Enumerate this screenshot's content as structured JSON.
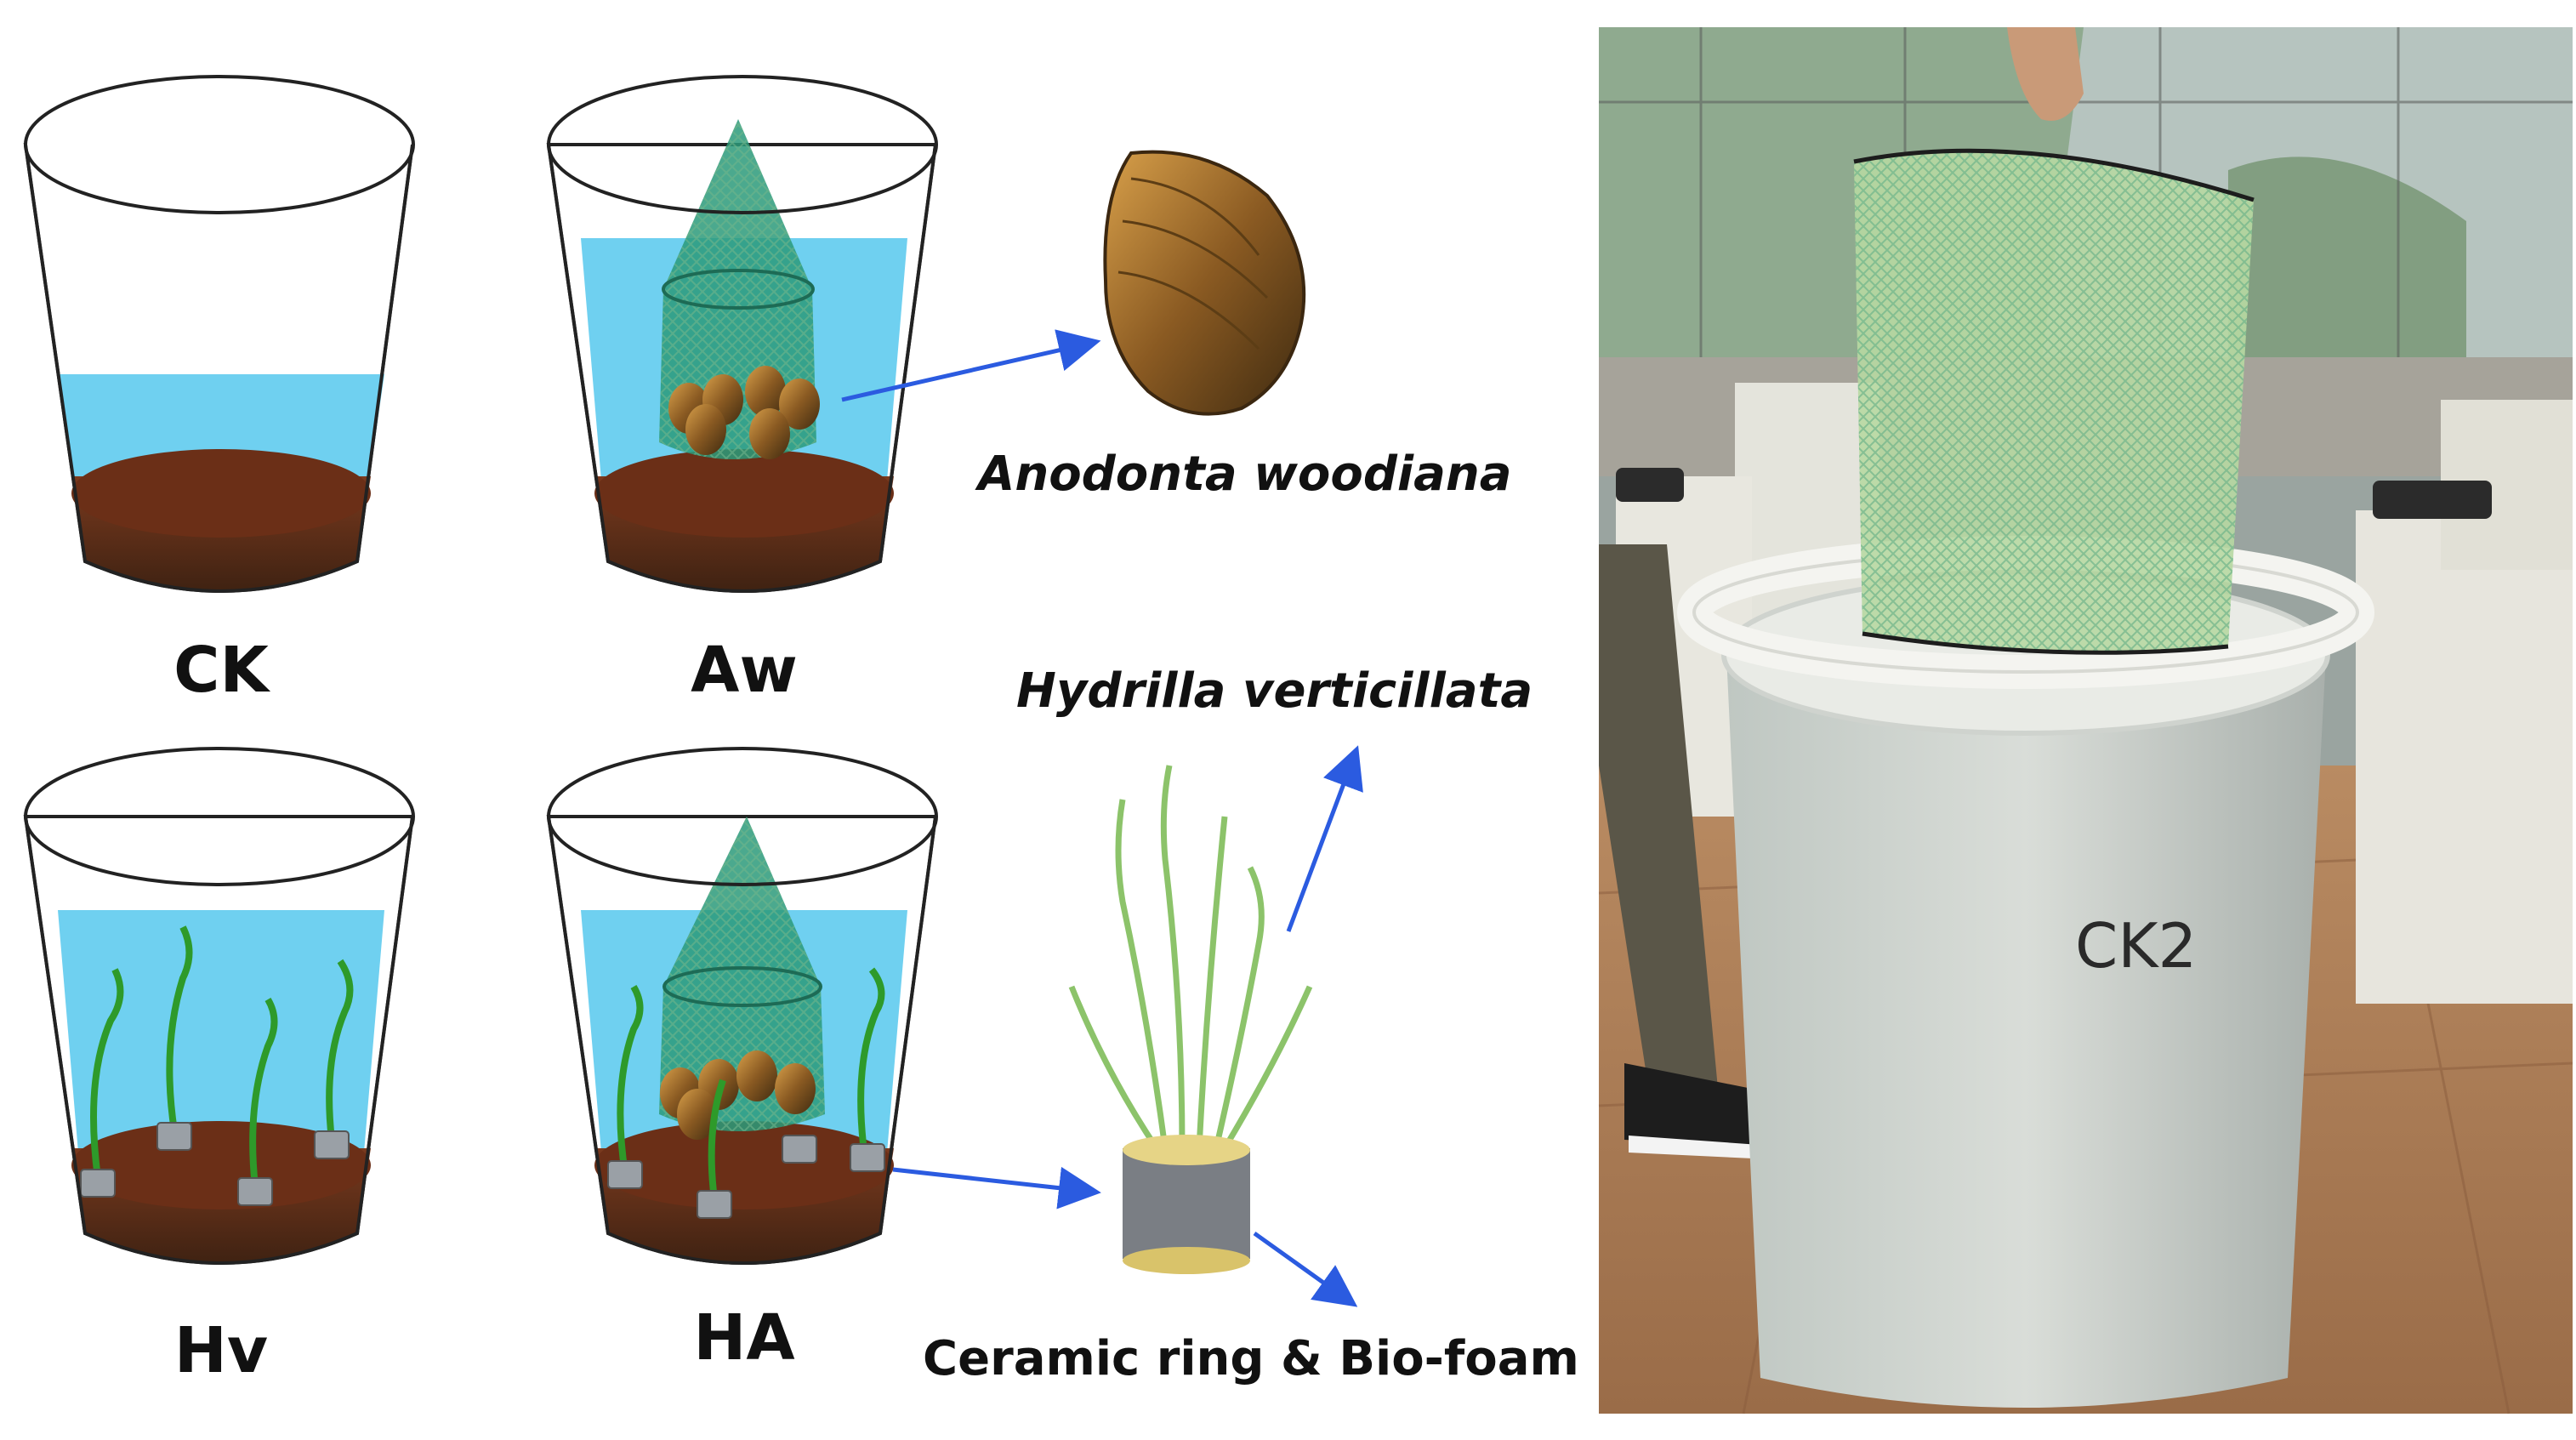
{
  "groups": [
    {
      "label": "CK"
    },
    {
      "label": "Aw"
    },
    {
      "label": "Hv"
    },
    {
      "label": "HA"
    }
  ],
  "species": {
    "mussel": "Anodonta woodiana",
    "plant": "Hydrilla verticillata",
    "substrate": "Ceramic ring & Bio-foam"
  },
  "photo": {
    "bucket_label": "CK2"
  },
  "colors": {
    "water": "#6fd0f0",
    "sediment": "#5b2d18",
    "net": "#2c9a7a",
    "arrow": "#2b5be0",
    "plant": "#33a02c",
    "pot": "#9aa0a6"
  }
}
